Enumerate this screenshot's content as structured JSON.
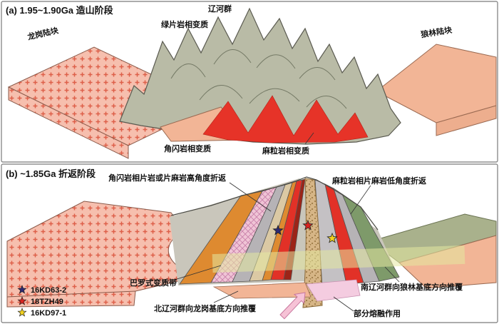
{
  "figure": {
    "panel_a": {
      "title": "(a) 1.95~1.90Ga 造山阶段",
      "labels": {
        "longgang_block": "龙岗陆块",
        "liaohe_group": "辽河群",
        "greenschist": "绿片岩相变质",
        "langlin_block": "狼林陆块",
        "amphibolite": "角闪岩相变质",
        "granulite": "麻粒岩相变质"
      }
    },
    "panel_b": {
      "title": "(b) ~1.85Ga 折返阶段",
      "labels": {
        "high_angle_exhumation": "角闪岩相片岩或片麻岩高角度折返",
        "low_angle_exhumation": "麻粒岩相片麻岩低角度折返",
        "barrovian_belt": "巴罗式变质带",
        "north_liaohe_thrust": "北辽河群向龙岗基底方向推覆",
        "south_liaohe_thrust": "南辽河群向狼林基底方向推覆",
        "partial_melting": "部分熔融作用"
      },
      "legend": {
        "items": [
          {
            "label": "16KD63-2",
            "color": "#2e2a72"
          },
          {
            "label": "18TZH49",
            "color": "#d92420"
          },
          {
            "label": "16KD97-1",
            "color": "#f2d21e"
          }
        ]
      }
    }
  }
}
